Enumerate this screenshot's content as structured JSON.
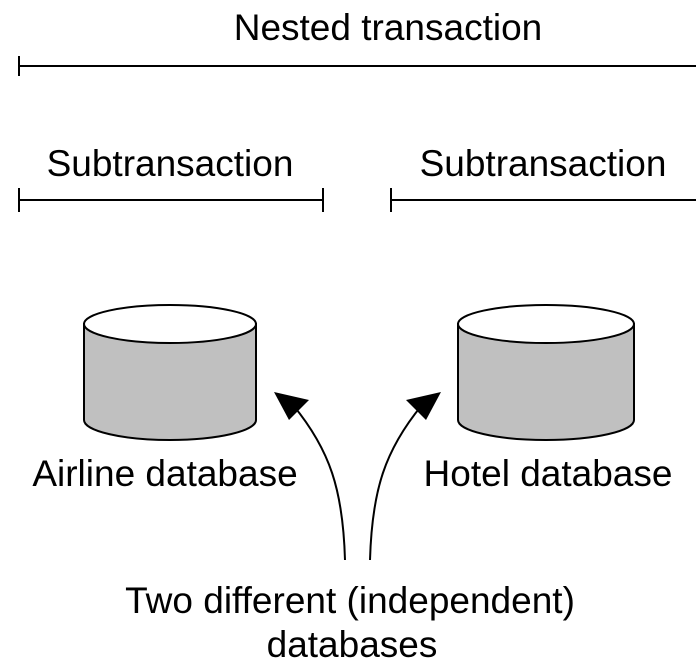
{
  "nested": {
    "label": "Nested transaction"
  },
  "subtransactions": [
    {
      "label": "Subtransaction"
    },
    {
      "label": "Subtransaction"
    }
  ],
  "databases": [
    {
      "label": "Airline database"
    },
    {
      "label": "Hotel database"
    }
  ],
  "note": {
    "line1": "Two different (independent)",
    "line2": "databases"
  },
  "colors": {
    "cylinder_body": "#c0c0c0",
    "cylinder_top": "#ffffff",
    "line": "#000000"
  }
}
